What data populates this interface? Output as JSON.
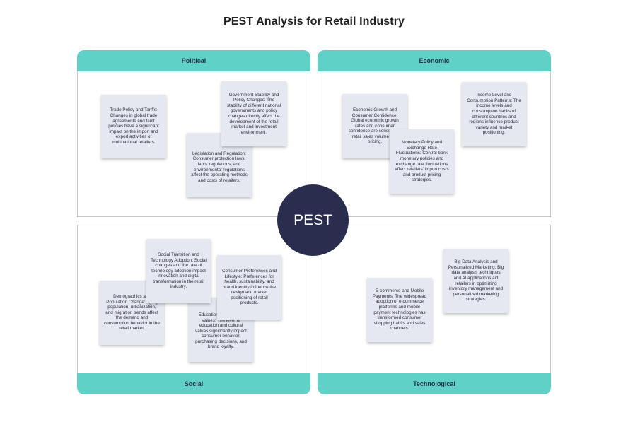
{
  "title": "PEST Analysis for Retail Industry",
  "center_label": "PEST",
  "quadrants": {
    "political": {
      "label": "Political",
      "notes": [
        "Trade Policy and Tariffs:\nChanges in global trade agreements and tariff policies have a significant impact on the import and export activities of multinational retailers.",
        "Government Stability and Policy Changes: The stability of different national governments and policy changes directly affect the development of the retail market and investment environment.",
        "Legislation and Regulation: Consumer protection laws, labor regulations, and environmental regulations affect the operating methods and costs of retailers."
      ]
    },
    "economic": {
      "label": "Economic",
      "notes": [
        "Economic Growth and Consumer Confidence: Global economic growth rates and consumer confidence are sensitive to retail sales volume and pricing.",
        "Monetary Policy and Exchange Rate Fluctuations: Central bank monetary policies and exchange rate fluctuations affect retailers' import costs and product pricing strategies.",
        "Income Level and Consumption Patterns: The income levels and consumption habits of different countries and regions influence product variety and market positioning."
      ]
    },
    "social": {
      "label": "Social",
      "notes": [
        "Social Transition and Technology Adoption: Social changes and the rate of technology adoption impact innovation and digital transformation in the retail industry.",
        "Demographics and Population Change: aging population, urbanization, and migration trends affect the demand and consumption behavior in the retail market.",
        "Education and Cultural Values: The level of education and cultural values significantly impact consumer behavior, purchasing decisions, and brand loyalty.",
        "Consumer Preferences and Lifestyle: Preferences for health, sustainability, and brand identity influence the design and market positioning of retail products."
      ]
    },
    "technological": {
      "label": "Technological",
      "notes": [
        "Big Data Analysis and Personalized Marketing: Big data analysis techniques and AI applications aid retailers in optimizing inventory management and personalized marketing strategies.",
        "E-commerce and Mobile Payments: The widespread adoption of e-commerce platforms and mobile payment technologies has transformed consumer shopping habits and sales channels."
      ]
    }
  },
  "colors": {
    "band": "#5fd1c7",
    "note_bg": "#e6e8f1",
    "center_circle": "#2b2d4f"
  }
}
